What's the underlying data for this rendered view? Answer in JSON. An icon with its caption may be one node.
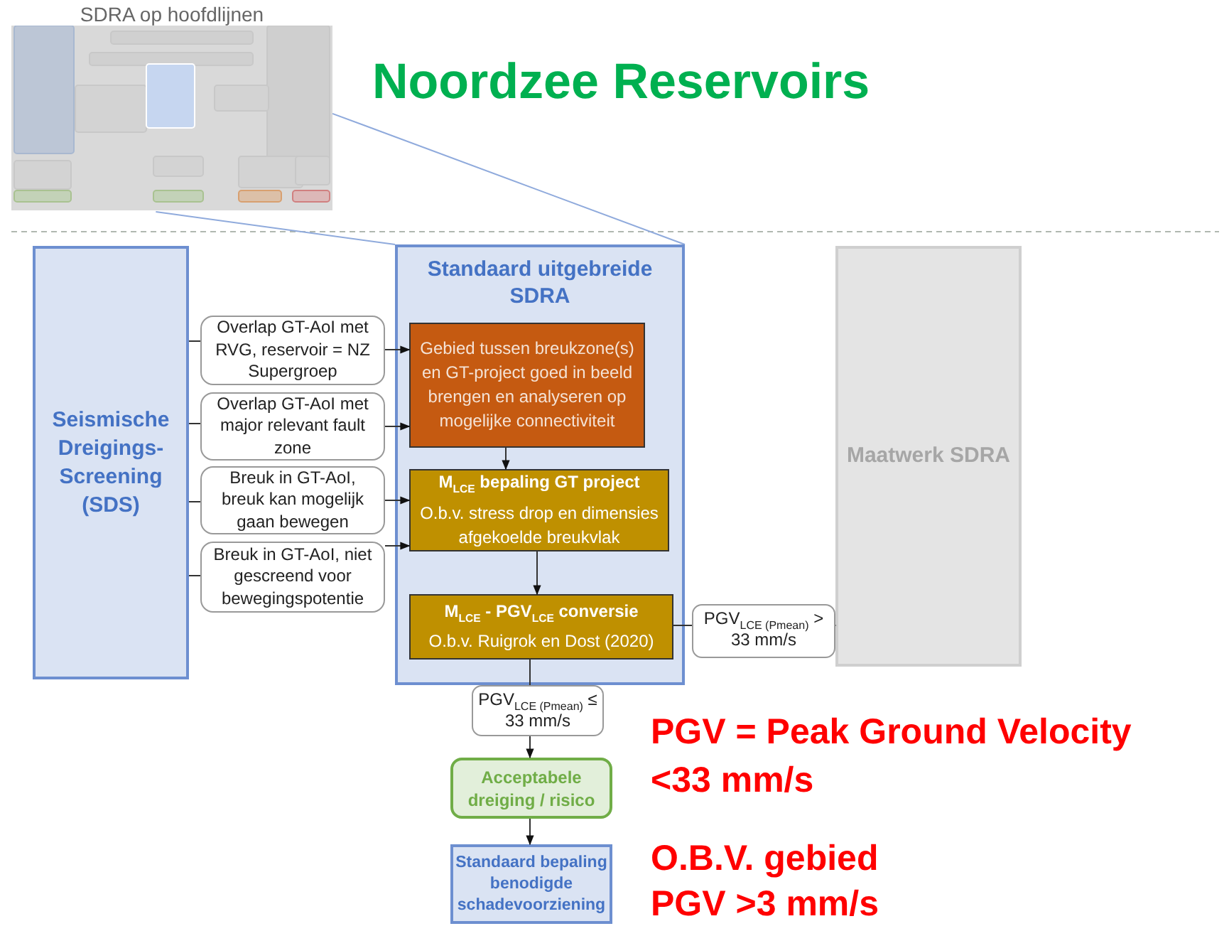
{
  "diagram": {
    "title": "Noordzee Reservoirs",
    "nodes": [
      {
        "text": [
          "SDRA op hoofdlijnen"
        ]
      },
      {
        "text": [
          "Seismische Dreigings-Screening (SDS)"
        ]
      },
      {
        "text": [
          "Standaard uitgebreide SDRA"
        ]
      },
      {
        "text": [
          "Overlap GT-AoI met RVG, reservoir = NZ Supergroep"
        ]
      },
      {
        "text": [
          "Overlap GT-AoI met major relevant fault zone"
        ]
      },
      {
        "text": [
          "Breuk in GT-AoI, breuk kan mogelijk gaan bewegen"
        ]
      },
      {
        "text": [
          "Breuk in GT-AoI, niet gescreend voor bewegingspotentie"
        ]
      },
      {
        "text": [
          "Gebied tussen breukzone(s) en GT-project goed in beeld brengen en analyseren op mogelijke connectiviteit"
        ],
        "in": 2
      },
      {
        "text": [
          "M$_{LCE}$ bepaling GT project",
          "O.b.v. stress drop en dimensies afgekoelde breukvlak"
        ],
        "in": 2
      },
      {
        "text": [
          "M$_{LCE}$ - PGV$_{LCE}$ conversie",
          "O.b.v. Ruigrok en Dost (2020)"
        ],
        "in": 2
      },
      {
        "text": [
          "Maatwerk SDRA"
        ]
      },
      {
        "text": [
          "Acceptabele dreiging / risico"
        ]
      },
      {
        "text": [
          "Standaard bepaling benodigde schadevoorziening"
        ]
      }
    ],
    "edges": [
      {
        "from": 0,
        "to": 2,
        "arrow": "none",
        "color": "#8faadc"
      },
      {
        "from": 0,
        "to": 2,
        "arrow": "none",
        "color": "#8faadc"
      },
      {
        "from": 1,
        "to": 3,
        "arrow": "none"
      },
      {
        "from": 1,
        "to": 4,
        "arrow": "none"
      },
      {
        "from": 1,
        "to": 5,
        "arrow": "none"
      },
      {
        "from": 1,
        "to": 6,
        "arrow": "none"
      },
      {
        "from": 3,
        "to": 7,
        "arrow": "to"
      },
      {
        "from": 4,
        "to": 7,
        "arrow": "to"
      },
      {
        "from": 5,
        "to": 8,
        "arrow": "to"
      },
      {
        "from": 6,
        "to": 8,
        "arrow": "to"
      },
      {
        "from": 7,
        "to": 8,
        "arrow": "to"
      },
      {
        "from": 8,
        "to": 9,
        "arrow": "to"
      },
      {
        "from": 9,
        "to": 10,
        "arrow": "to",
        "label": "PGV$_{LCE (Pmean)}$ > 33 mm/s"
      },
      {
        "from": 9,
        "to": 11,
        "arrow": "to",
        "label": "PGV$_{LCE (Pmean)}$ ≤ 33 mm/s"
      },
      {
        "from": 11,
        "to": 12,
        "arrow": "to"
      }
    ],
    "labels": [
      "PGV = Peak Ground Velocity",
      "<33 mm/s",
      "O.B.V. gebied",
      "PGV >3 mm/s"
    ]
  }
}
